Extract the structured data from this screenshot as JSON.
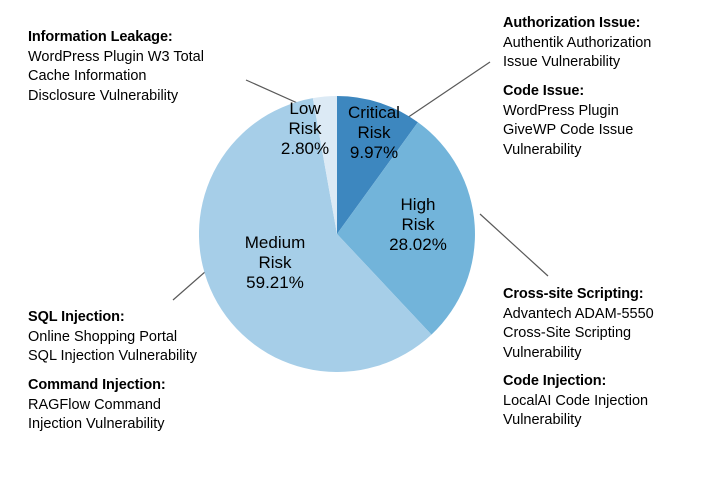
{
  "chart_data": {
    "type": "pie",
    "title": "",
    "categories": [
      "Critical Risk",
      "High Risk",
      "Medium Risk",
      "Low Risk"
    ],
    "values": [
      9.97,
      28.02,
      59.21,
      2.8
    ],
    "value_labels": [
      "9.97%",
      "28.02%",
      "59.21%",
      "2.80%"
    ],
    "unit": "%",
    "legend": "none",
    "grid": false,
    "start_angle_deg": 0,
    "direction": "clockwise",
    "colors": [
      "#3d87bf",
      "#72b4da",
      "#a6cee8",
      "#dceaf5"
    ],
    "slices": [
      {
        "name": "Critical Risk",
        "label_line1": "Critical",
        "label_line2": "Risk",
        "percent_label": "9.97%",
        "value": 9.97,
        "color": "#3d87bf"
      },
      {
        "name": "High Risk",
        "label_line1": "High",
        "label_line2": "Risk",
        "percent_label": "28.02%",
        "value": 28.02,
        "color": "#72b4da"
      },
      {
        "name": "Medium Risk",
        "label_line1": "Medium",
        "label_line2": "Risk",
        "percent_label": "59.21%",
        "value": 59.21,
        "color": "#a6cee8"
      },
      {
        "name": "Low Risk",
        "label_line1": "Low",
        "label_line2": "Risk",
        "percent_label": "2.80%",
        "value": 2.8,
        "color": "#dceaf5"
      }
    ]
  },
  "annotations": {
    "information_leakage": {
      "heading": "Information Leakage:",
      "line1": "WordPress Plugin W3 Total",
      "line2": "Cache Information",
      "line3": "Disclosure Vulnerability"
    },
    "sql_injection": {
      "heading": "SQL Injection:",
      "line1": "Online Shopping Portal",
      "line2": "SQL Injection Vulnerability",
      "line3": ""
    },
    "command_injection": {
      "heading": "Command Injection:",
      "line1": "RAGFlow Command",
      "line2": "Injection Vulnerability",
      "line3": ""
    },
    "authorization_issue": {
      "heading": "Authorization Issue:",
      "line1": "Authentik Authorization",
      "line2": "Issue Vulnerability",
      "line3": ""
    },
    "code_issue": {
      "heading": "Code Issue:",
      "line1": "WordPress Plugin",
      "line2": "GiveWP Code Issue",
      "line3": "Vulnerability"
    },
    "cross_site_scripting": {
      "heading": "Cross-site Scripting:",
      "line1": "Advantech ADAM-5550",
      "line2": "Cross-Site Scripting",
      "line3": "Vulnerability"
    },
    "code_injection": {
      "heading": "Code Injection:",
      "line1": "LocalAI Code Injection",
      "line2": "Vulnerability",
      "line3": ""
    }
  },
  "style": {
    "background": "#ffffff",
    "text_color": "#000000",
    "leader_line_color": "#595959"
  }
}
